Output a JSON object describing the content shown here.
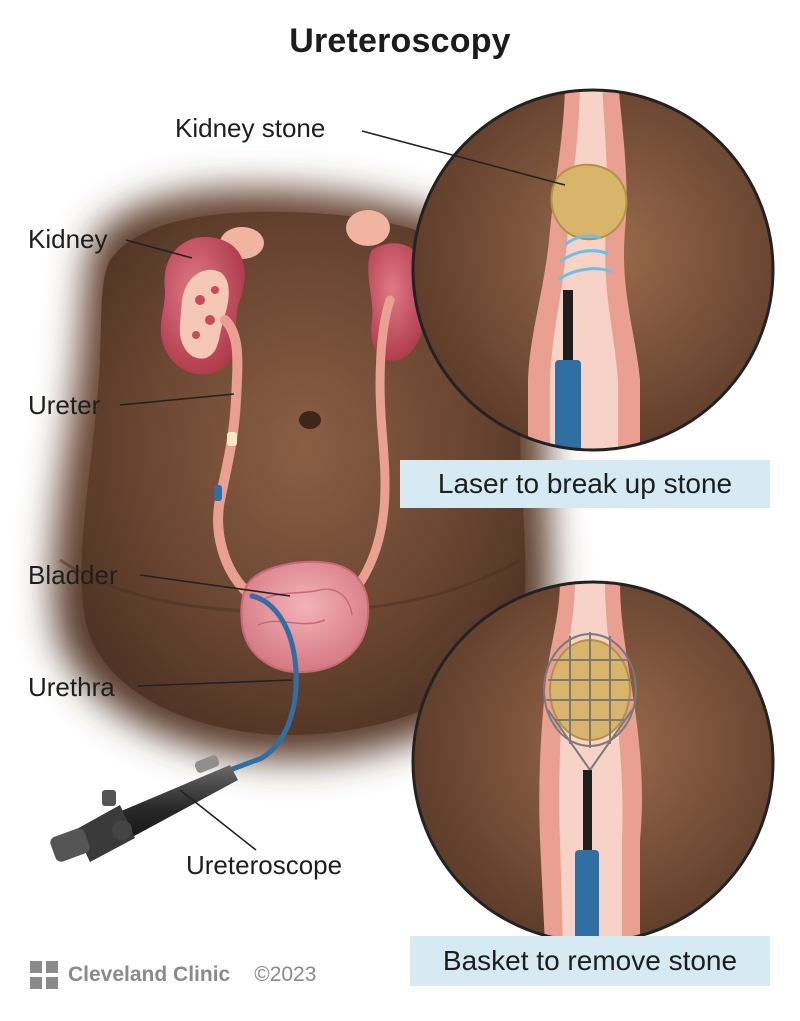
{
  "title": "Ureteroscopy",
  "labels": {
    "kidney_stone": "Kidney stone",
    "kidney": "Kidney",
    "ureter": "Ureter",
    "bladder": "Bladder",
    "urethra": "Urethra",
    "ureteroscope": "Ureteroscope"
  },
  "insets": {
    "laser_caption": "Laser to break up stone",
    "basket_caption": "Basket to remove stone"
  },
  "footer": {
    "brand": "Cleveland Clinic",
    "copyright": "©2023"
  },
  "colors": {
    "skin": "#6e4a34",
    "kidney": "#c94a5b",
    "ureter": "#e9a090",
    "bladder": "#e8939c",
    "stone": "#d8b56a",
    "scope_blue": "#2f6fa3",
    "caption_bg": "#d5eaf2"
  },
  "icons": {
    "logo": "cleveland-clinic-cross-icon"
  }
}
